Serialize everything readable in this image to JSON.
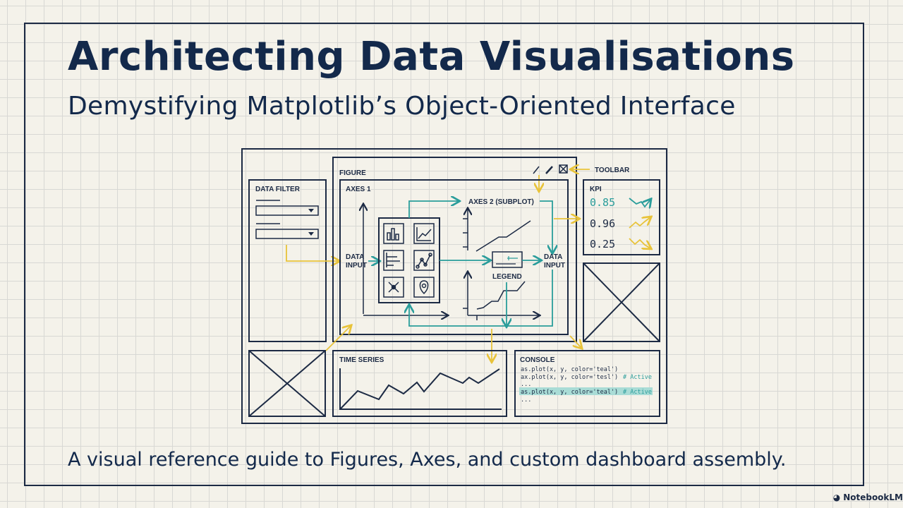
{
  "title": "Architecting Data Visualisations",
  "subtitle": "Demystifying Matplotlib’s Object-Oriented Interface",
  "caption": "A visual reference guide to Figures, Axes, and custom dashboard assembly.",
  "brand": "NotebookLM",
  "diagram": {
    "data_filter": "DATA FILTER",
    "figure": "FIGURE",
    "axes1": "AXES 1",
    "axes2": "AXES 2 (SUBPLOT)",
    "data_input_left_1": "DATA",
    "data_input_left_2": "INPUT",
    "data_input_right_1": "DATA",
    "data_input_right_2": "INPUT",
    "legend": "LEGEND",
    "toolbar": "TOOLBAR",
    "kpi": {
      "label": "KPI",
      "values": [
        "0.85",
        "0.96",
        "0.25"
      ]
    },
    "time_series": "TIME SERIES",
    "console": {
      "label": "CONSOLE",
      "lines": [
        "as.plot(x, y, color='teal')",
        "ax.plot(x, y, color='tesl')",
        "...",
        "as.plot(x, y, color='teal')",
        "..."
      ],
      "comment": "# Active"
    },
    "chart_icons": [
      "bar-chart-icon",
      "line-chart-icon",
      "horizontal-bar-icon",
      "scatter-line-icon",
      "scatter-cluster-icon",
      "map-pin-icon"
    ]
  },
  "colors": {
    "navy": "#1c2a44",
    "teal": "#2a9d9b",
    "yellow": "#e8c33a",
    "highlight": "#a9dcd6",
    "background": "#f4f2ea"
  }
}
